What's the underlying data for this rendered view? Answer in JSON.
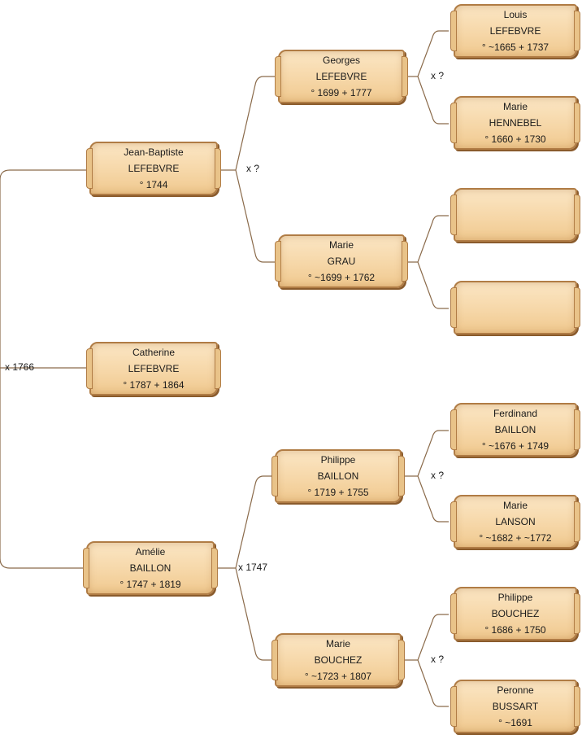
{
  "persons": {
    "g1_jean_baptiste": {
      "first": "Jean-Baptiste",
      "last": "LEFEBVRE",
      "dates": "° 1744"
    },
    "g1_catherine": {
      "first": "Catherine",
      "last": "LEFEBVRE",
      "dates": "° 1787 + 1864"
    },
    "g1_amelie": {
      "first": "Amélie",
      "last": "BAILLON",
      "dates": "° 1747 + 1819"
    },
    "g2_georges": {
      "first": "Georges",
      "last": "LEFEBVRE",
      "dates": "° 1699 + 1777"
    },
    "g2_marie_grau": {
      "first": "Marie",
      "last": "GRAU",
      "dates": "° ~1699 + 1762"
    },
    "g2_philippe_baillon": {
      "first": "Philippe",
      "last": "BAILLON",
      "dates": "° 1719 + 1755"
    },
    "g2_marie_bouchez": {
      "first": "Marie",
      "last": "BOUCHEZ",
      "dates": "° ~1723 + 1807"
    },
    "g3_louis": {
      "first": "Louis",
      "last": "LEFEBVRE",
      "dates": "° ~1665 + 1737"
    },
    "g3_marie_hennebel": {
      "first": "Marie",
      "last": "HENNEBEL",
      "dates": "° 1660 + 1730"
    },
    "g3_empty1": {
      "first": "",
      "last": "",
      "dates": ""
    },
    "g3_empty2": {
      "first": "",
      "last": "",
      "dates": ""
    },
    "g3_ferdinand": {
      "first": "Ferdinand",
      "last": "BAILLON",
      "dates": "° ~1676 + 1749"
    },
    "g3_marie_lanson": {
      "first": "Marie",
      "last": "LANSON",
      "dates": "° ~1682 + ~1772"
    },
    "g3_philippe_bouchez": {
      "first": "Philippe",
      "last": "BOUCHEZ",
      "dates": "° 1686 + 1750"
    },
    "g3_peronne": {
      "first": "Peronne",
      "last": "BUSSART",
      "dates": "° ~1691"
    }
  },
  "marriages": {
    "root": "x 1766",
    "jean_baptiste_parents": "x ?",
    "georges_parents": "x ?",
    "amelie_parents": "x 1747",
    "philippe_parents": "x ?",
    "marie_bouchez_parents": "x ?"
  },
  "colors": {
    "line": "#8a6a4a",
    "card_fill": "#f6d7a8",
    "card_border": "#b07c45"
  }
}
